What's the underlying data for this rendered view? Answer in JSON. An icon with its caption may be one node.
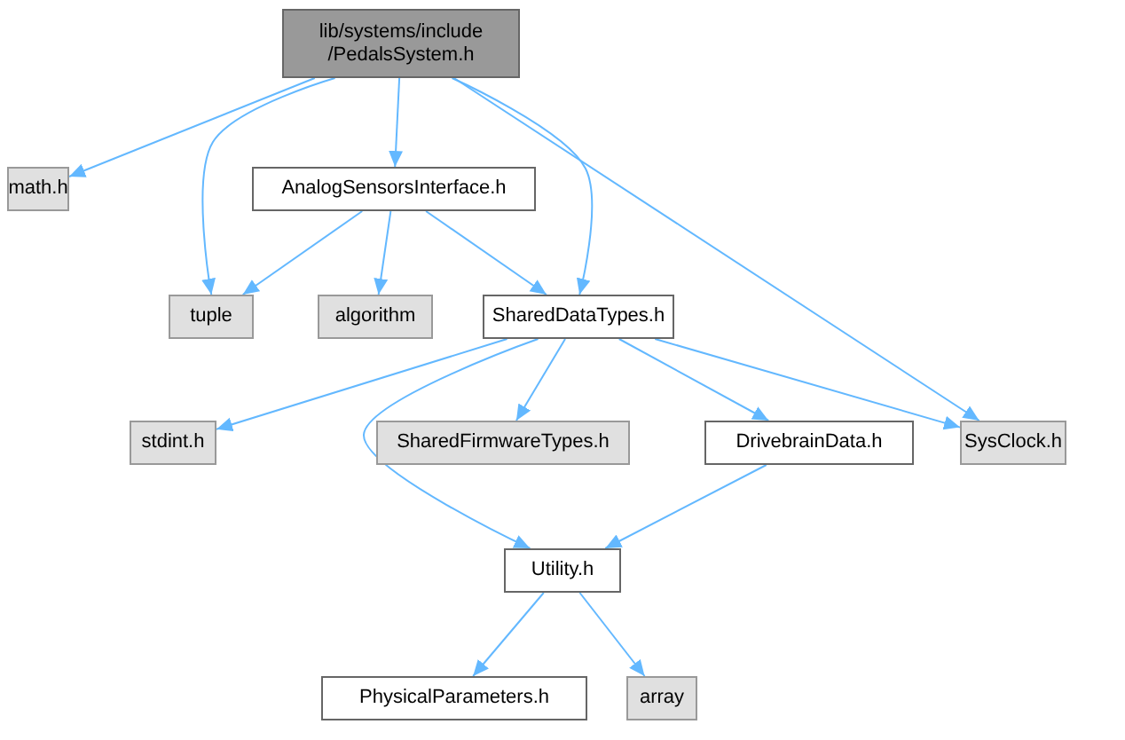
{
  "diagram": {
    "nodes": [
      {
        "text": [
          "lib/systems/include /PedalsSystem.h"
        ]
      },
      {
        "text": [
          "math.h"
        ]
      },
      {
        "text": [
          "AnalogSensorsInterface.h"
        ]
      },
      {
        "text": [
          "tuple"
        ]
      },
      {
        "text": [
          "algorithm"
        ]
      },
      {
        "text": [
          "SharedDataTypes.h"
        ]
      },
      {
        "text": [
          "stdint.h"
        ]
      },
      {
        "text": [
          "SharedFirmwareTypes.h"
        ]
      },
      {
        "text": [
          "DrivebrainData.h"
        ]
      },
      {
        "text": [
          "SysClock.h"
        ]
      },
      {
        "text": [
          "Utility.h"
        ]
      },
      {
        "text": [
          "PhysicalParameters.h"
        ]
      },
      {
        "text": [
          "array"
        ]
      }
    ],
    "edges": [
      {
        "from": 0,
        "to": 1,
        "arrow": "to"
      },
      {
        "from": 0,
        "to": 3,
        "arrow": "to"
      },
      {
        "from": 0,
        "to": 2,
        "arrow": "to"
      },
      {
        "from": 0,
        "to": 5,
        "arrow": "to"
      },
      {
        "from": 0,
        "to": 9,
        "arrow": "to"
      },
      {
        "from": 2,
        "to": 3,
        "arrow": "to"
      },
      {
        "from": 2,
        "to": 4,
        "arrow": "to"
      },
      {
        "from": 2,
        "to": 5,
        "arrow": "to"
      },
      {
        "from": 5,
        "to": 6,
        "arrow": "to"
      },
      {
        "from": 5,
        "to": 10,
        "arrow": "to"
      },
      {
        "from": 5,
        "to": 7,
        "arrow": "to"
      },
      {
        "from": 5,
        "to": 8,
        "arrow": "to"
      },
      {
        "from": 5,
        "to": 9,
        "arrow": "to"
      },
      {
        "from": 8,
        "to": 10,
        "arrow": "to"
      },
      {
        "from": 10,
        "to": 11,
        "arrow": "to"
      },
      {
        "from": 10,
        "to": 12,
        "arrow": "to"
      }
    ]
  }
}
